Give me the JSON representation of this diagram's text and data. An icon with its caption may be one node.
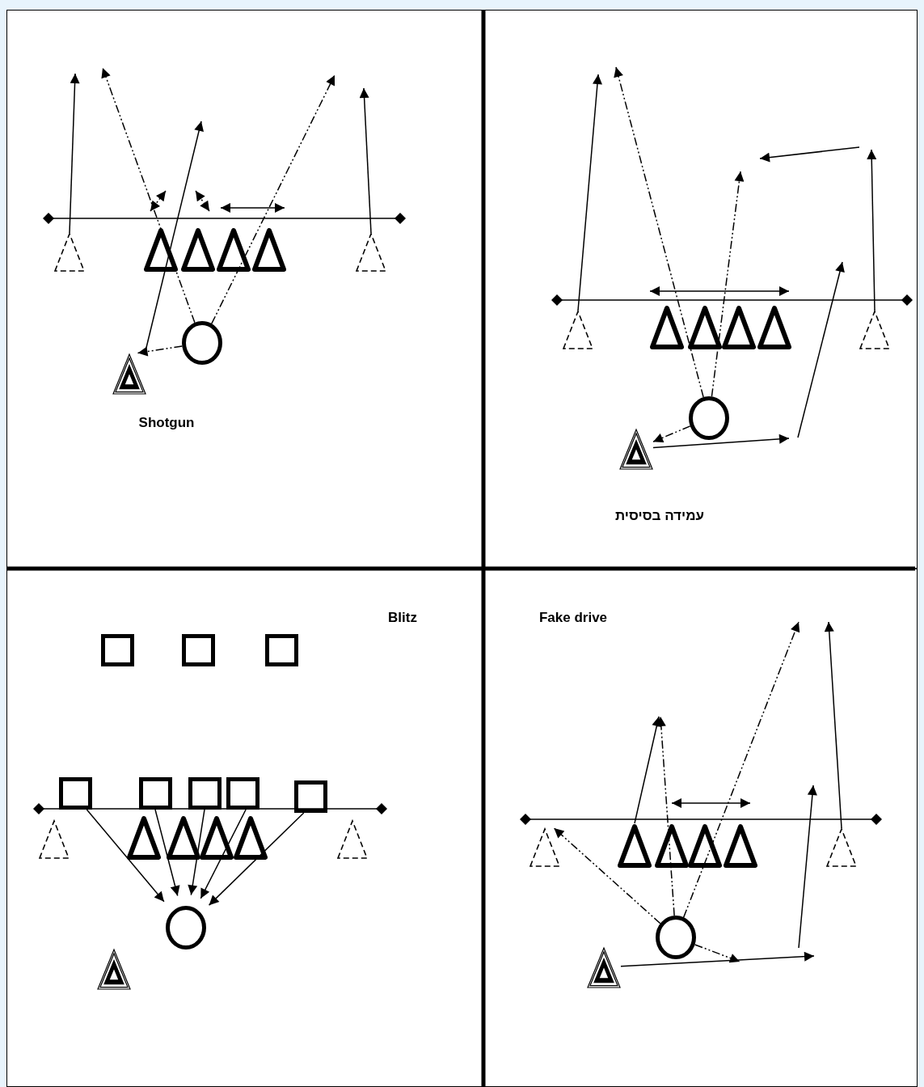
{
  "diagram": {
    "nodes": [
      {
        "text": [
          "Shotgun"
        ]
      },
      {
        "text": [],
        "shape": "triangle",
        "in": 0
      },
      {
        "text": [],
        "shape": "triangle",
        "in": 0
      },
      {
        "text": [],
        "shape": "triangle",
        "in": 0
      },
      {
        "text": [],
        "shape": "triangle",
        "in": 0
      },
      {
        "text": [],
        "shape": "triangle",
        "in": 0
      },
      {
        "text": [],
        "shape": "triangle",
        "in": 0
      },
      {
        "text": [],
        "shape": "circle",
        "in": 0
      },
      {
        "text": [],
        "shape": "triangle",
        "in": 0
      },
      {
        "text": [
          "עמידה בסיסית"
        ]
      },
      {
        "text": [],
        "shape": "triangle",
        "in": 9
      },
      {
        "text": [],
        "shape": "triangle",
        "in": 9
      },
      {
        "text": [],
        "shape": "triangle",
        "in": 9
      },
      {
        "text": [],
        "shape": "triangle",
        "in": 9
      },
      {
        "text": [],
        "shape": "triangle",
        "in": 9
      },
      {
        "text": [],
        "shape": "triangle",
        "in": 9
      },
      {
        "text": [],
        "shape": "circle",
        "in": 9
      },
      {
        "text": [],
        "shape": "triangle",
        "in": 9
      },
      {
        "text": [
          "Blitz"
        ]
      },
      {
        "text": [],
        "shape": "box",
        "in": 18
      },
      {
        "text": [],
        "shape": "box",
        "in": 18
      },
      {
        "text": [],
        "shape": "box",
        "in": 18
      },
      {
        "text": [],
        "shape": "box",
        "in": 18
      },
      {
        "text": [],
        "shape": "box",
        "in": 18
      },
      {
        "text": [],
        "shape": "box",
        "in": 18
      },
      {
        "text": [],
        "shape": "box",
        "in": 18
      },
      {
        "text": [],
        "shape": "box",
        "in": 18
      },
      {
        "text": [],
        "shape": "triangle",
        "in": 18
      },
      {
        "text": [],
        "shape": "triangle",
        "in": 18
      },
      {
        "text": [],
        "shape": "triangle",
        "in": 18
      },
      {
        "text": [],
        "shape": "triangle",
        "in": 18
      },
      {
        "text": [],
        "shape": "triangle",
        "in": 18
      },
      {
        "text": [],
        "shape": "triangle",
        "in": 18
      },
      {
        "text": [],
        "shape": "circle",
        "in": 18
      },
      {
        "text": [],
        "shape": "triangle",
        "in": 18
      },
      {
        "text": [
          "Fake drive"
        ]
      },
      {
        "text": [],
        "shape": "triangle",
        "in": 35
      },
      {
        "text": [],
        "shape": "triangle",
        "in": 35
      },
      {
        "text": [],
        "shape": "triangle",
        "in": 35
      },
      {
        "text": [],
        "shape": "triangle",
        "in": 35
      },
      {
        "text": [],
        "shape": "triangle",
        "in": 35
      },
      {
        "text": [],
        "shape": "triangle",
        "in": 35
      },
      {
        "text": [],
        "shape": "circle",
        "in": 35
      },
      {
        "text": [],
        "shape": "triangle",
        "in": 35
      }
    ],
    "edges": [
      {
        "from": 1,
        "to": null,
        "arrow": "to"
      },
      {
        "from": 6,
        "to": null,
        "arrow": "to"
      },
      {
        "from": 7,
        "to": null,
        "arrow": "to",
        "style": "dashed"
      },
      {
        "from": 7,
        "to": null,
        "arrow": "to",
        "style": "dashed"
      },
      {
        "from": 7,
        "to": 8,
        "arrow": "to",
        "style": "dashed"
      },
      {
        "from": 10,
        "to": null,
        "arrow": "to"
      },
      {
        "from": 16,
        "to": null,
        "arrow": "to",
        "style": "dashed"
      },
      {
        "from": 16,
        "to": null,
        "arrow": "to",
        "style": "dashed"
      },
      {
        "from": 15,
        "to": null,
        "arrow": "to"
      },
      {
        "from": 17,
        "to": null,
        "arrow": "to"
      },
      {
        "from": 16,
        "to": 17,
        "arrow": "to",
        "style": "dashed"
      },
      {
        "from": 22,
        "to": 33,
        "arrow": "to"
      },
      {
        "from": 23,
        "to": 33,
        "arrow": "to"
      },
      {
        "from": 24,
        "to": 33,
        "arrow": "to"
      },
      {
        "from": 25,
        "to": 33,
        "arrow": "to"
      },
      {
        "from": 26,
        "to": 33,
        "arrow": "to"
      },
      {
        "from": 37,
        "to": null,
        "arrow": "to"
      },
      {
        "from": 42,
        "to": null,
        "arrow": "to",
        "style": "dashed"
      },
      {
        "from": 42,
        "to": null,
        "arrow": "to",
        "style": "dashed"
      },
      {
        "from": 42,
        "to": 36,
        "arrow": "to",
        "style": "dashed"
      },
      {
        "from": 42,
        "to": null,
        "arrow": "to",
        "style": "dashed"
      },
      {
        "from": 43,
        "to": null,
        "arrow": "to"
      },
      {
        "from": 41,
        "to": null,
        "arrow": "to"
      }
    ]
  }
}
